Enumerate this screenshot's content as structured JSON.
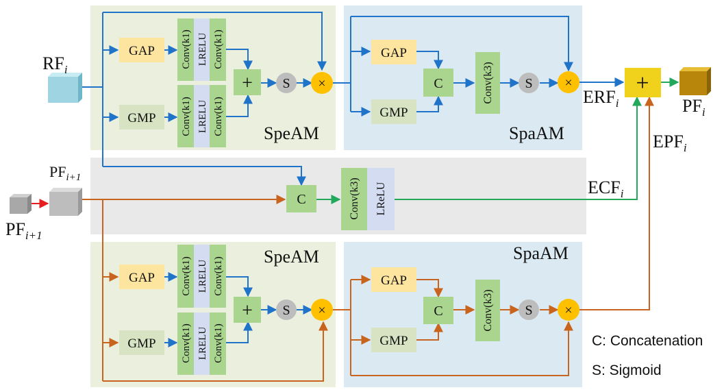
{
  "colors": {
    "blue_line": "#1f73c8",
    "orange_line": "#c8641e",
    "green_line": "#21a85a",
    "red_line": "#e81d1d",
    "spe_bg": "#ebf0de",
    "spa_bg": "#dbeaf2",
    "mid_bg": "#e9e9e9",
    "gap_fill": "#fde5a0",
    "gmp_fill": "#d7e3c2",
    "conv_fill": "#a9d58e",
    "lrelu_fill": "#d3dcf0",
    "sig_fill": "#bdbdbd",
    "mul_fill": "#ffc000",
    "add_fill": "#f0d11c"
  },
  "labels": {
    "rf_base": "RF",
    "rf_sub": "i",
    "pf_next_top_base": "PF",
    "pf_next_top_sub": "i+1",
    "pf_next_bottom_base": "PF",
    "pf_next_bottom_sub": "i+1",
    "pf_out_base": "PF",
    "pf_out_sub": "i",
    "erf_base": "ERF",
    "erf_sub": "i",
    "epf_base": "EPF",
    "epf_sub": "i",
    "ecf_base": "ECF",
    "ecf_sub": "i"
  },
  "blocks": {
    "gap": "GAP",
    "gmp": "GMP",
    "conv_k1": "Conv(k1)",
    "conv_k3": "Conv(k3)",
    "lrelu_caps": "LRELU",
    "lrelu_mixed": "LReLU",
    "concat": "C",
    "sigmoid": "S",
    "plus": "+",
    "times": "×"
  },
  "modules": {
    "spe_top": "SpeAM",
    "spa_top": "SpaAM",
    "spe_bottom": "SpeAM",
    "spa_bottom": "SpaAM"
  },
  "legend": {
    "concat": "C: Concatenation",
    "sigmoid": "S: Sigmoid"
  }
}
